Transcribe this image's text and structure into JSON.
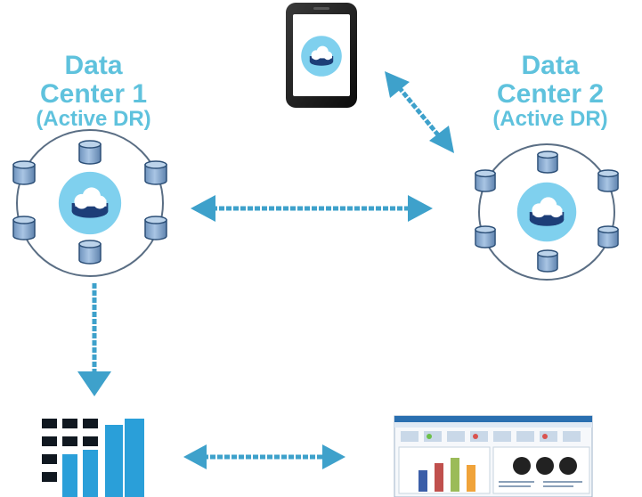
{
  "data_center_1": {
    "line1": "Data",
    "line2": "Center 1",
    "line3": "(Active DR)",
    "ring_node_count": 6,
    "center_icon": "cloud-icon"
  },
  "data_center_2": {
    "line1": "Data",
    "line2": "Center 2",
    "line3": "(Active DR)",
    "ring_node_count": 6,
    "center_icon": "cloud-icon"
  },
  "mobile": {
    "icon": "smartphone-icon",
    "screen_icon": "cloud-icon"
  },
  "analytics": {
    "icon": "bar-chart-logo-icon"
  },
  "dashboard": {
    "icon": "dashboard-screenshot-icon"
  },
  "colors": {
    "label": "#5fc2dd",
    "arrow": "#3ea1cb",
    "cylinder_fill": "#8fb1d6",
    "cylinder_top": "#bcd3ea",
    "cylinder_stroke": "#2c4f77",
    "cloud_disc": "#7fd0ee",
    "cloud_dark": "#1d3e78",
    "logo_blue": "#2a9fd9",
    "logo_dark": "#101820"
  },
  "arrows": [
    {
      "name": "arrow-dc1-dc2",
      "type": "bidirectional"
    },
    {
      "name": "arrow-phone-dc2",
      "type": "bidirectional"
    },
    {
      "name": "arrow-dc1-analytics",
      "type": "down"
    },
    {
      "name": "arrow-analytics-dashboard",
      "type": "bidirectional"
    }
  ]
}
